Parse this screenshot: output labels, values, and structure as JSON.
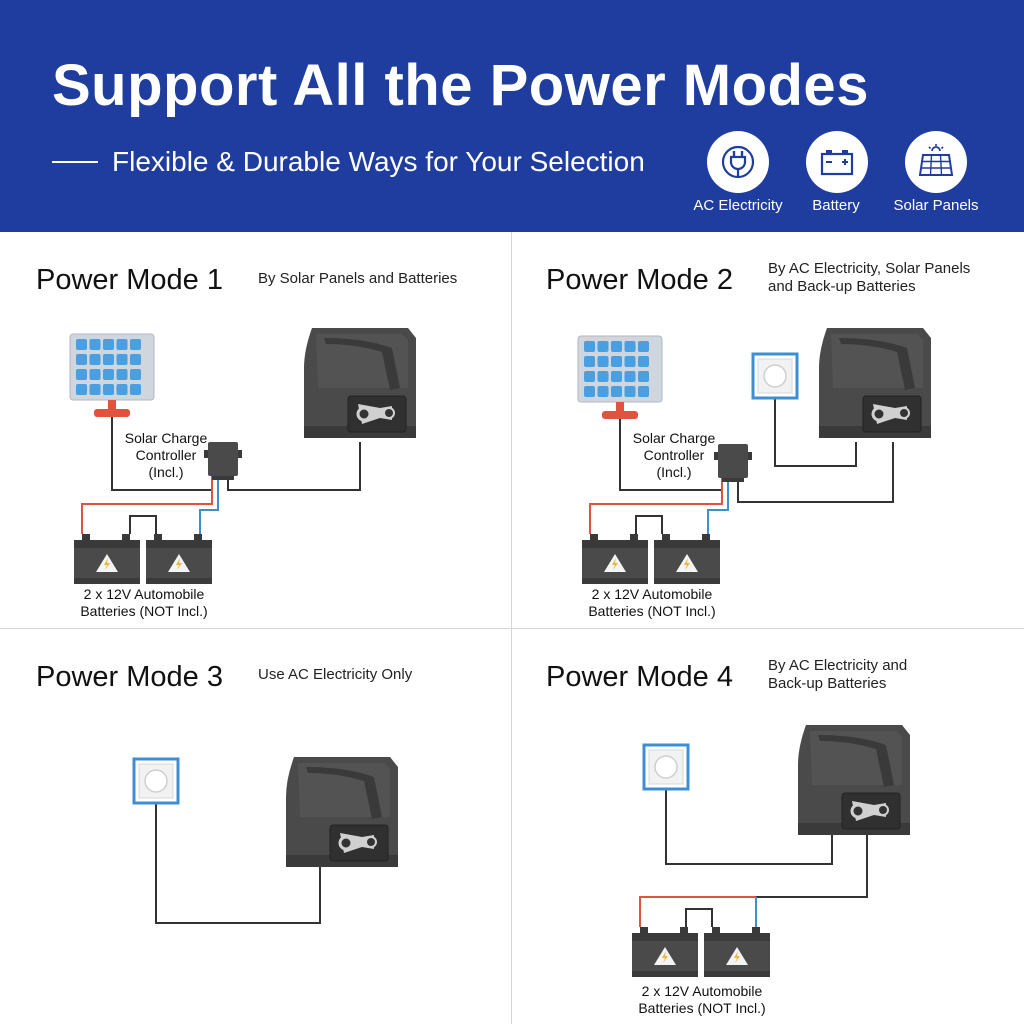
{
  "header": {
    "title": "Support All the Power Modes",
    "subtitle": "Flexible & Durable Ways for Your Selection",
    "modes": [
      {
        "label": "AC Electricity",
        "icon": "plug-icon"
      },
      {
        "label": "Battery",
        "icon": "battery-icon"
      },
      {
        "label": "Solar Panels",
        "icon": "solar-panel-icon"
      }
    ]
  },
  "panels": [
    {
      "title": "Power Mode 1",
      "description": "By Solar Panels and Batteries",
      "controller_label": "Solar Charge\nController\n(Incl.)",
      "battery_label": "2 x 12V Automobile\nBatteries (NOT Incl.)"
    },
    {
      "title": "Power Mode 2",
      "description": "By AC Electricity, Solar Panels\nand Back-up Batteries",
      "controller_label": "Solar Charge\nController\n(Incl.)",
      "battery_label": "2 x 12V Automobile\nBatteries (NOT Incl.)"
    },
    {
      "title": "Power Mode 3",
      "description": "Use AC Electricity Only"
    },
    {
      "title": "Power Mode 4",
      "description": "By AC Electricity and\nBack-up Batteries",
      "battery_label": "2 x 12V Automobile\nBatteries (NOT Incl.)"
    }
  ],
  "colors": {
    "header_bg": "#1f3d9e",
    "outlet_frame": "#3d8fd1",
    "solar_cell": "#4a9fe0",
    "solar_stand": "#e0533f",
    "wire_positive": "#e0533f",
    "wire_negative": "#3d8fd1",
    "motor_body": "#4a4a4a"
  }
}
